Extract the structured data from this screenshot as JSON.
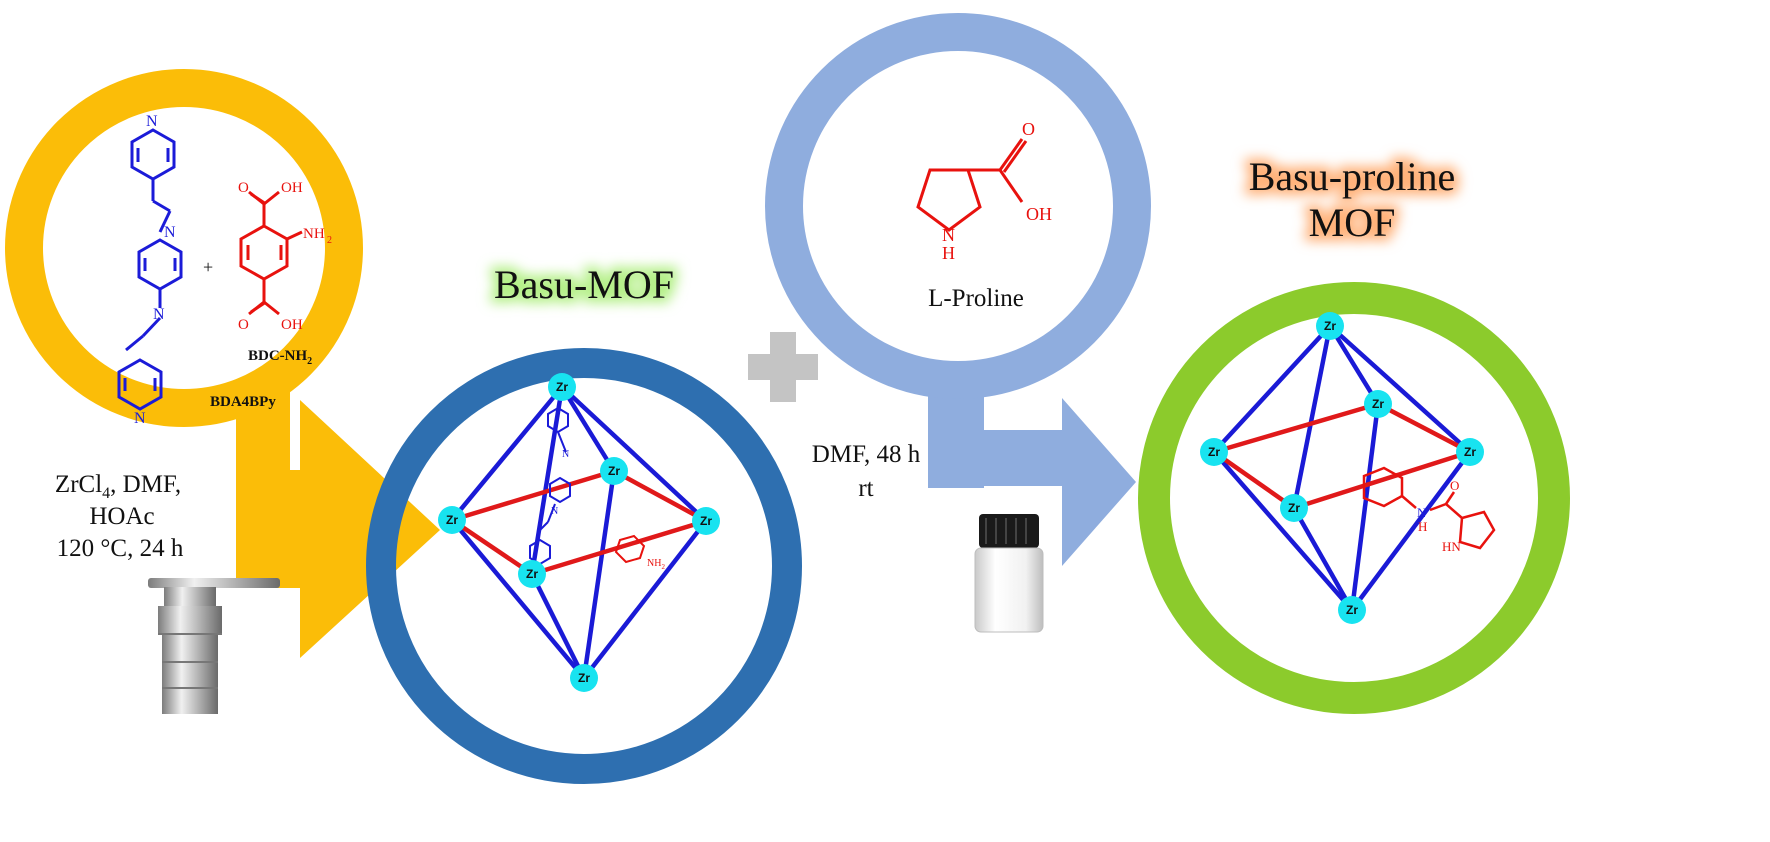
{
  "reactants": {
    "linker1": {
      "label": "BDA4BPy",
      "pyridine_atom": "N",
      "imine_atom": "N"
    },
    "plus_sign": "+",
    "linker2": {
      "label_main": "BDC-NH",
      "label_sub": "2",
      "acid_top": "O",
      "acid_top_oh": "OH",
      "acid_bottom": "O",
      "acid_bottom_oh": "OH",
      "amine": "NH",
      "amine_sub": "2"
    }
  },
  "step1_conditions": {
    "line1_main": "ZrCl",
    "line1_sub": "4",
    "line1_rest": ", DMF,",
    "line2": "HOAc",
    "line3": "120 °C, 24 h"
  },
  "product1": {
    "title": "Basu-MOF",
    "node_label": "Zr",
    "amine_label": "NH",
    "amine_sub": "2"
  },
  "plus_big": "+",
  "reagent": {
    "name": "L-Proline",
    "acid_o": "O",
    "acid_oh": "OH",
    "ring_n": "N",
    "ring_h": "H"
  },
  "step2_conditions": {
    "line1": "DMF, 48 h",
    "line2": "rt"
  },
  "product2": {
    "title_line1": "Basu-proline",
    "title_line2": "MOF",
    "node_label": "Zr",
    "amide_n": "N",
    "amide_h": "H",
    "amide_o": "O",
    "proline_nh": "HN"
  },
  "colors": {
    "orange": "#fbbd08",
    "blue_dark": "#2e6fb0",
    "blue_light": "#8fadde",
    "green": "#8ccb2c",
    "gray_plus": "#c4c4c4",
    "edge_blue": "#1a1ad6",
    "edge_red": "#e0191a",
    "node_cyan": "#18e3f0",
    "mol_blue": "#1b1bd8",
    "mol_red": "#e8120e",
    "glow_green": "#b6f08a",
    "glow_orange": "#ffb27a"
  }
}
